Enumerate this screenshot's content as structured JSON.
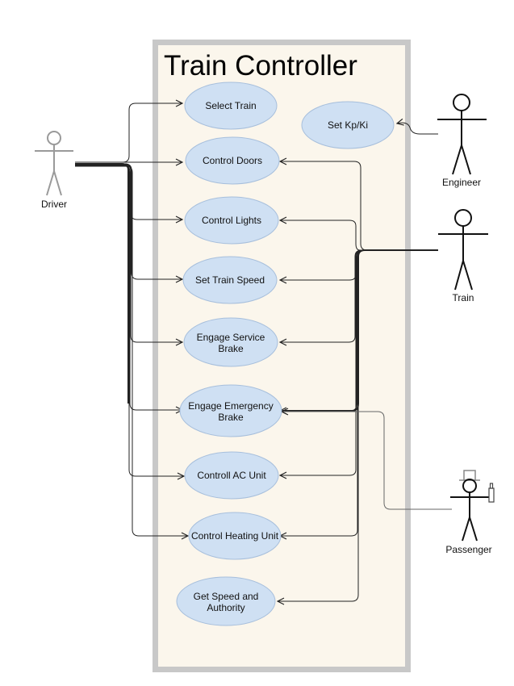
{
  "system": {
    "title": "Train Controller"
  },
  "actors": {
    "driver": "Driver",
    "engineer": "Engineer",
    "train": "Train",
    "passenger": "Passenger"
  },
  "use_cases": {
    "select_train": [
      "Select Train"
    ],
    "set_kp_ki": [
      "Set Kp/Ki"
    ],
    "control_doors": [
      "Control Doors"
    ],
    "control_lights": [
      "Control Lights"
    ],
    "set_train_speed": [
      "Set Train Speed"
    ],
    "engage_service_brake": [
      "Engage Service",
      "Brake"
    ],
    "engage_emergency_brake": [
      "Engage Emergency",
      "Brake"
    ],
    "control_ac_unit": [
      "Controll AC Unit"
    ],
    "control_heating_unit": [
      "Control Heating Unit"
    ],
    "get_speed_authority": [
      "Get Speed and",
      "Authority"
    ]
  },
  "colors": {
    "system_fill": "#fbf6ec",
    "system_border": "#c8c8c8",
    "usecase_fill": "#cfe0f3",
    "usecase_stroke": "#a7bfdc",
    "driver_stroke": "#9a9a9a",
    "line": "#222222"
  }
}
